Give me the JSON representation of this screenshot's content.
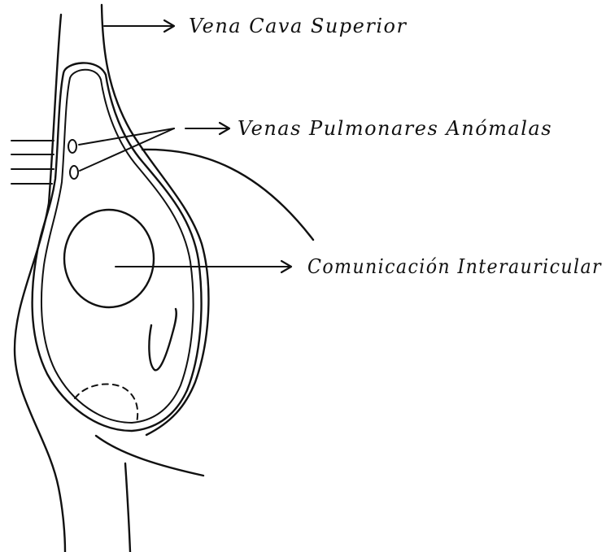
{
  "labels": {
    "vena_cava_superior": "Vena Cava Superior",
    "venas_pulmonares_anomalas": "Venas Pulmonares Anómalas",
    "comunicacion_interauricular": "Comunicación Interauricular"
  }
}
